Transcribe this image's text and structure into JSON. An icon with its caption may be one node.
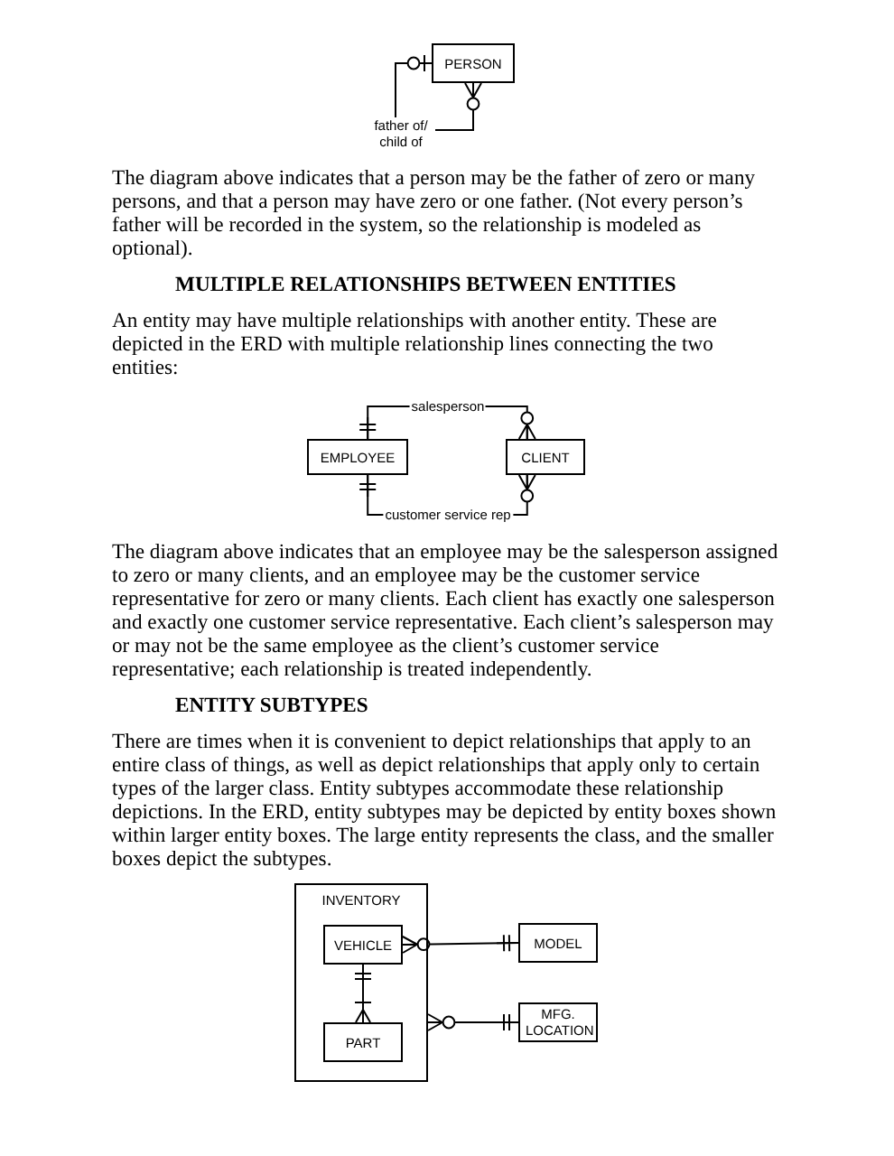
{
  "diagram": {
    "nodes": [
      {
        "text": [
          "PERSON"
        ]
      },
      {
        "text": [
          "EMPLOYEE"
        ]
      },
      {
        "text": [
          "CLIENT"
        ]
      },
      {
        "text": [
          "INVENTORY"
        ]
      },
      {
        "text": [
          "VEHICLE"
        ],
        "in": 3
      },
      {
        "text": [
          "PART"
        ],
        "in": 3
      },
      {
        "text": [
          "MODEL"
        ]
      },
      {
        "text": [
          "MFG. LOCATION"
        ]
      }
    ],
    "edges": [
      {
        "from": 0,
        "to": 0,
        "arrow": "other",
        "label": "father of/ child of"
      },
      {
        "from": 1,
        "to": 2,
        "arrow": "other",
        "label": "salesperson"
      },
      {
        "from": 1,
        "to": 2,
        "arrow": "other",
        "label": "customer service rep"
      },
      {
        "from": 4,
        "to": 5,
        "arrow": "other"
      },
      {
        "from": 4,
        "to": 6,
        "arrow": "other"
      },
      {
        "from": 3,
        "to": 7,
        "arrow": "other"
      }
    ],
    "labels": [
      "The diagram above indicates that a person may be the father of zero or many persons, and that a person may have zero or one father. (Not every person’s father will be recorded in the system, so the relationship is modeled as optional).",
      "MULTIPLE RELATIONSHIPS BETWEEN ENTITIES",
      "An entity may have multiple relationships with another entity. These are depicted in the ERD with multiple relationship lines connecting the two entities:",
      "The diagram above indicates that an employee may be the salesperson assigned to zero or many clients, and an employee may be the customer service representative for zero or many clients. Each client has exactly one salesperson and exactly one customer service representative. Each client’s salesperson may or may not be the same employee as the client’s customer service representative; each relationship is treated independently.",
      "ENTITY SUBTYPES",
      "There are times when it is convenient to depict relationships that apply to an entire class of things, as well as depict relationships that apply only to certain types of the larger class. Entity subtypes accommodate these relationship depictions. In the ERD, entity subtypes may be depicted by entity boxes shown within larger entity boxes. The large entity represents the class, and the smaller boxes depict the subtypes."
    ]
  }
}
